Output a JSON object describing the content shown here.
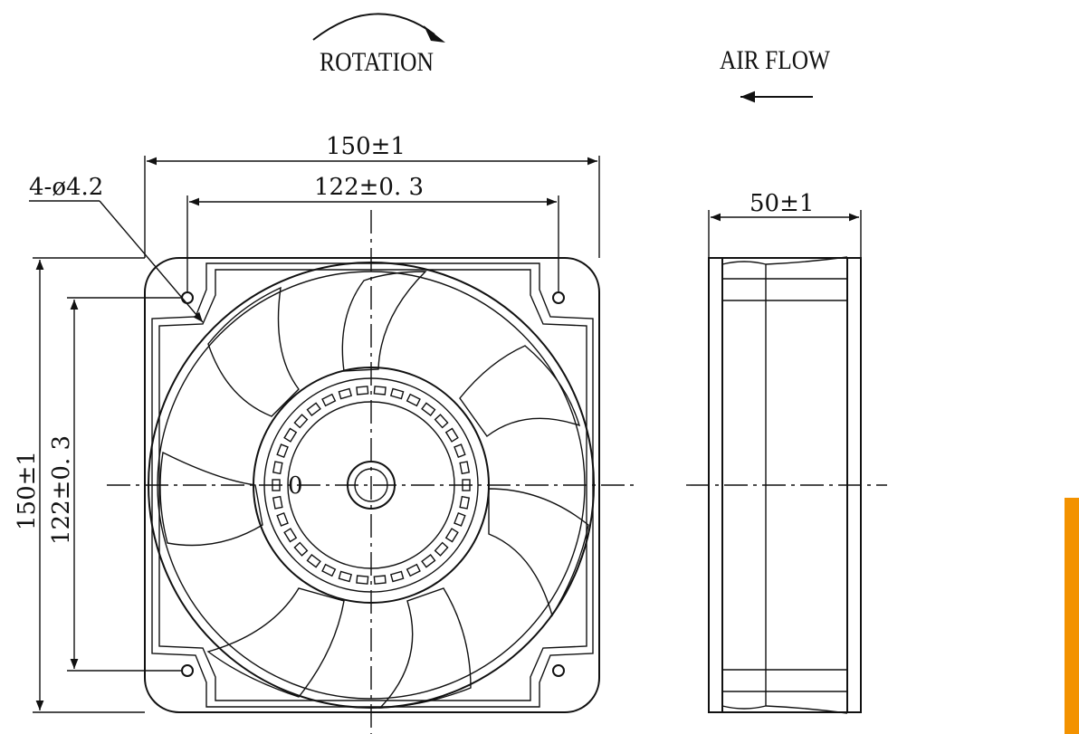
{
  "labels": {
    "rotation": "ROTATION",
    "air_flow": "AIR FLOW",
    "hole_spec": "4-ø4.2",
    "width_overall": "150±1",
    "width_mount": "122±0. 3",
    "height_overall": "150±1",
    "height_mount": "122±0. 3",
    "depth": "50±1",
    "hub_mark": "0"
  },
  "colors": {
    "line": "#111111",
    "accent_bar": "#f39200"
  }
}
